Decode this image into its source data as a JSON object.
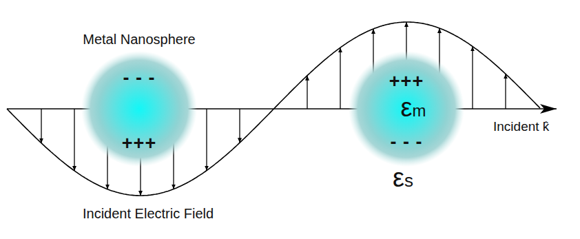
{
  "diagram": {
    "nodes": [
      {
        "text": [
          "Metal Nanosphere",
          "- - -",
          "+++"
        ]
      },
      {
        "text": [
          "+++",
          "εm",
          "- - -"
        ]
      }
    ],
    "labels": [
      "Incident Electric Field",
      "Incident k̂",
      "εs"
    ]
  }
}
